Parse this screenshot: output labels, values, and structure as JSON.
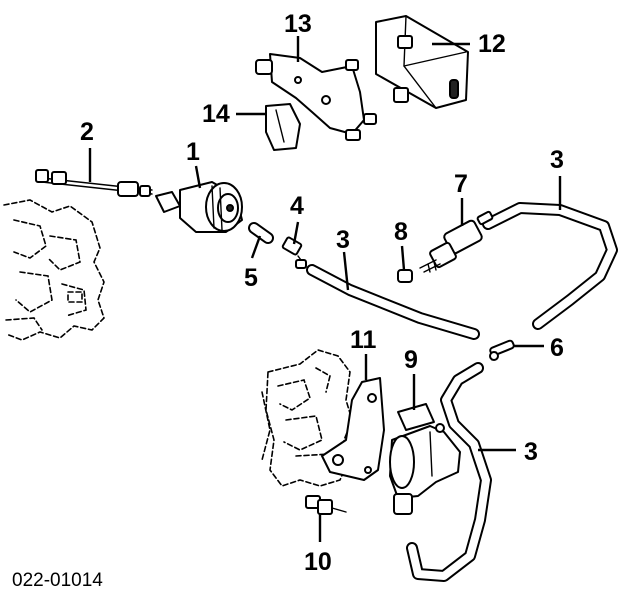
{
  "callouts": {
    "c1": "1",
    "c2": "2",
    "c3a": "3",
    "c3b": "3",
    "c3c": "3",
    "c4": "4",
    "c5": "5",
    "c6": "6",
    "c7": "7",
    "c8": "8",
    "c9": "9",
    "c10": "10",
    "c11": "11",
    "c12": "12",
    "c13": "13",
    "c14": "14"
  },
  "document_id": "022-01014"
}
